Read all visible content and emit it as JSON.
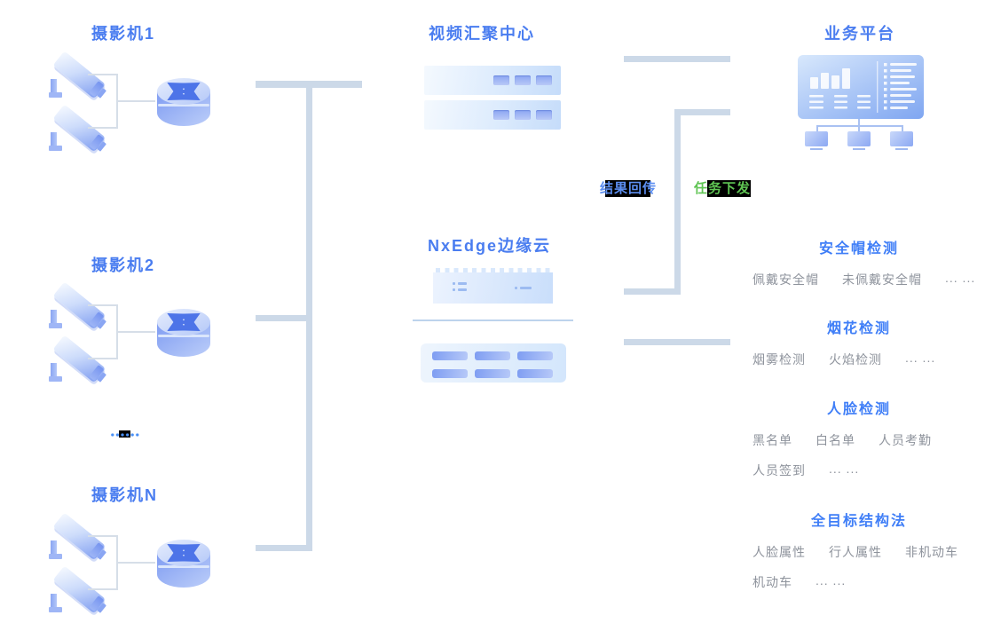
{
  "nodes": {
    "camera1": "摄影机1",
    "camera2": "摄影机2",
    "cameraN": "摄影机N",
    "video_hub": "视频汇聚中心",
    "edge_cloud": "NxEdge边缘云",
    "platform": "业务平台"
  },
  "flows": {
    "result_return": "结果回传",
    "task_dispatch": "任务下发"
  },
  "more_cameras_ellipsis": "……",
  "capabilities": [
    {
      "title": "安全帽检测",
      "rows": [
        [
          "佩戴安全帽",
          "未佩戴安全帽",
          "... ..."
        ]
      ]
    },
    {
      "title": "烟花检测",
      "rows": [
        [
          "烟雾检测",
          "火焰检测",
          "... ..."
        ]
      ]
    },
    {
      "title": "人脸检测",
      "rows": [
        [
          "黑名单",
          "白名单",
          "人员考勤"
        ],
        [
          "人员签到",
          "... ..."
        ]
      ]
    },
    {
      "title": "全目标结构法",
      "rows": [
        [
          "人脸属性",
          "行人属性",
          "非机动车"
        ],
        [
          "机动车",
          "... ..."
        ]
      ]
    }
  ],
  "colors": {
    "title_blue": "#4a7df0",
    "section_blue": "#3f7ef7",
    "item_gray": "#8e939c",
    "flow_blue": "#5c8ef0",
    "flow_green": "#5fc453",
    "bus_line": "#ccd9e8",
    "icon_blue_dark": "#7e9df2",
    "icon_blue_light": "#d3e6fc"
  }
}
